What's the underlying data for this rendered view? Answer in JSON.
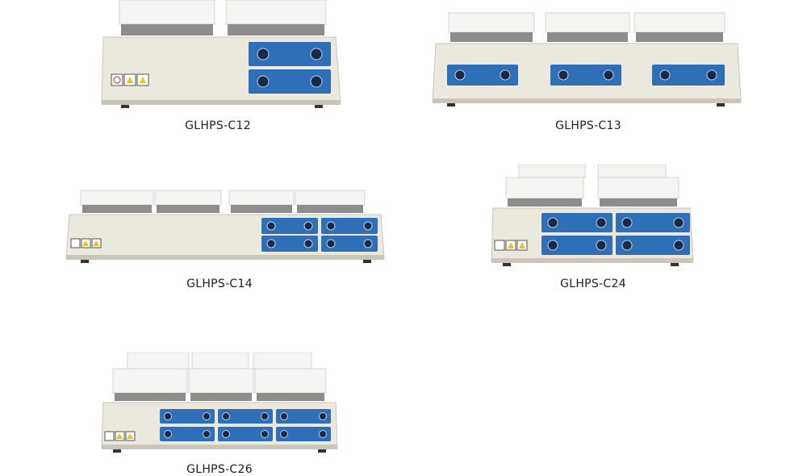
{
  "products": [
    {
      "model": "GLHPS-C12",
      "positions": 2,
      "layout": "2x1-tall-panels"
    },
    {
      "model": "GLHPS-C13",
      "positions": 3,
      "layout": "3x1"
    },
    {
      "model": "GLHPS-C14",
      "positions": 4,
      "layout": "4x1"
    },
    {
      "model": "GLHPS-C24",
      "positions": 4,
      "layout": "2x2"
    },
    {
      "model": "GLHPS-C26",
      "positions": 6,
      "layout": "3x2"
    }
  ],
  "colors": {
    "body": "#ebe8dd",
    "body_shadow": "#c9c5b8",
    "plate": "#f4f4f2",
    "panel": "#2f6fb8",
    "knob": "#1b2a44"
  },
  "icons": [
    "warning-label-icon",
    "knob-icon"
  ]
}
